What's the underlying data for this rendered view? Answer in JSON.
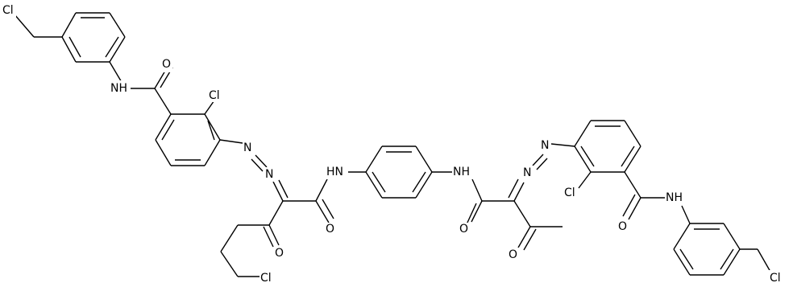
{
  "diagram": {
    "type": "chemical-structure",
    "labels": {
      "cl_top_left": "Cl",
      "nh_upper_left_amide": "NH",
      "o_upper_left_amide": "O",
      "cl_ring_left": "Cl",
      "n_azo_left_1": "N",
      "n_azo_left_2": "N",
      "nh_left_center": "HN",
      "o_left_amide": "O",
      "o_left_keto": "O",
      "cl_chain_end": "Cl",
      "nh_right_center": "NH",
      "o_right_amide": "O",
      "o_right_keto": "O",
      "n_azo_right_1": "N",
      "n_azo_right_2": "N",
      "cl_ring_right": "Cl",
      "o_lower_right_amide": "O",
      "nh_lower_right_amide": "NH",
      "cl_bottom_right": "Cl"
    }
  }
}
